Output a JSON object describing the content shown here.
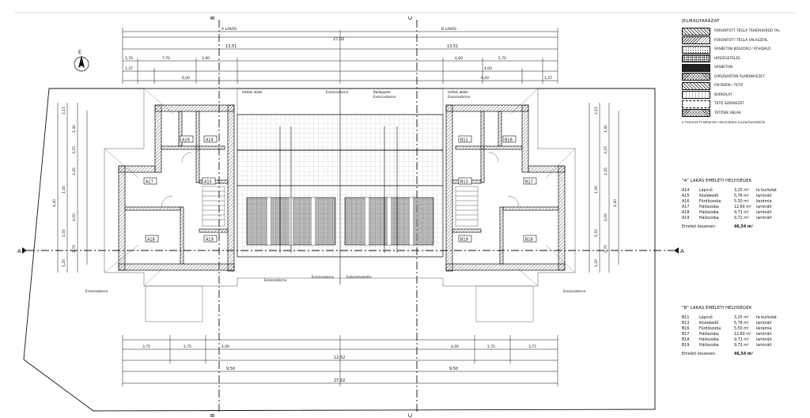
{
  "plan": {
    "section_marks": [
      "B",
      "C",
      "A"
    ],
    "compass": "É",
    "room_tags": {
      "left_upper": [
        "A16",
        "A14",
        "A17",
        "A15",
        "A18",
        "A19"
      ],
      "right_upper": [
        "B11",
        "B16",
        "B13",
        "B17",
        "B19",
        "B18"
      ]
    },
    "top_dims": {
      "overall": "27,02",
      "left_total": "13,51",
      "right_total": "13,51",
      "left_parts": [
        "1,70",
        "7,70",
        "1,37",
        "2,90",
        "6,00"
      ],
      "right_parts": [
        "4,00",
        "2,70",
        "4,00",
        "1,37",
        "6,00"
      ],
      "left_name": "A LAKÁS",
      "right_name": "B LAKÁS"
    },
    "bottom_dims": {
      "overall": "27,02",
      "mid": "12,52",
      "left_parts": [
        "3,75",
        "2,75",
        "4,00"
      ],
      "right_parts": [
        "4,00",
        "2,75",
        "3,75"
      ],
      "left_total": "9,50",
      "right_total": "9,50"
    },
    "left_dims": [
      "2,15",
      "1,40",
      "3,25",
      "2,45",
      "1,50",
      "4,40",
      "4,00",
      "1,55",
      "2,70",
      "1,20"
    ],
    "right_dims": [
      "2,15",
      "1,40",
      "3,25",
      "2,45",
      "1,50",
      "4,40",
      "4,00",
      "1,55",
      "2,70",
      "1,20"
    ],
    "callouts": [
      "tetősík ablak",
      "Ereszcsatorna",
      "Bádogozás",
      "Ereszcsatorna",
      "tetősík ablak",
      "Ereszcsatorna",
      "Ereszcsatorna",
      "Ereszcsatorna",
      "Esővízelvezetés",
      "Ereszcsatorna",
      "Ereszcsatorna"
    ]
  },
  "legend": {
    "title": "JELMAGYARÁZAT",
    "items": [
      {
        "pattern": "diag",
        "label": "PORONTOTT TÉGLA TEHERHORDÓ FAL"
      },
      {
        "pattern": "diag2",
        "label": "PORONTOTT TÉGLA VÁLASZFAL"
      },
      {
        "pattern": "dots",
        "label": "VASBETON KOSZORÚ / ÁTHIDALÓ"
      },
      {
        "pattern": "grid",
        "label": "HŐSZIGETELÉS"
      },
      {
        "pattern": "solid",
        "label": "VASBETON"
      },
      {
        "pattern": "cross",
        "label": "GIPSZKARTON ÁLMENNYEZET"
      },
      {
        "pattern": "diag",
        "label": "FAFÖDÉM / TETŐ"
      },
      {
        "pattern": "light",
        "label": "BURKOLAT"
      },
      {
        "pattern": "none",
        "label": "TETŐ SZERKEZET"
      },
      {
        "pattern": "cross",
        "label": "TETŐSÍK ABLAK"
      }
    ],
    "note": "A TERVEZETT MÉRETEK HELYSZÍNEN ELLENŐRIZENDŐK"
  },
  "rooms_a": {
    "title": "\"A\" LAKÁS EMELETI HELYISÉGEK",
    "rows": [
      [
        "A14",
        "Lépcső",
        "3,25 m²",
        "fa burkolat"
      ],
      [
        "A15",
        "Közlekedő",
        "5,76 m²",
        "laminált"
      ],
      [
        "A16",
        "Fürdőszoba",
        "5,50 m²",
        "kerámia"
      ],
      [
        "A17",
        "Hálószoba",
        "12,60 m²",
        "laminált"
      ],
      [
        "A18",
        "Hálószoba",
        "9,71 m²",
        "laminált"
      ],
      [
        "A19",
        "Hálószoba",
        "9,72 m²",
        "laminált"
      ]
    ],
    "total_label": "Emeleti összesen:",
    "total_value": "46,54 m²"
  },
  "rooms_b": {
    "title": "\"B\" LAKÁS EMELETI HELYISÉGEK",
    "rows": [
      [
        "B11",
        "Lépcső",
        "3,25 m²",
        "fa burkolat"
      ],
      [
        "B13",
        "Közlekedő",
        "5,76 m²",
        "laminált"
      ],
      [
        "B16",
        "Fürdőszoba",
        "5,50 m²",
        "kerámia"
      ],
      [
        "B17",
        "Hálószoba",
        "12,60 m²",
        "laminált"
      ],
      [
        "B18",
        "Hálószoba",
        "9,71 m²",
        "laminált"
      ],
      [
        "B19",
        "Hálószoba",
        "9,72 m²",
        "laminált"
      ]
    ],
    "total_label": "Emeleti összesen:",
    "total_value": "46,54 m²"
  }
}
